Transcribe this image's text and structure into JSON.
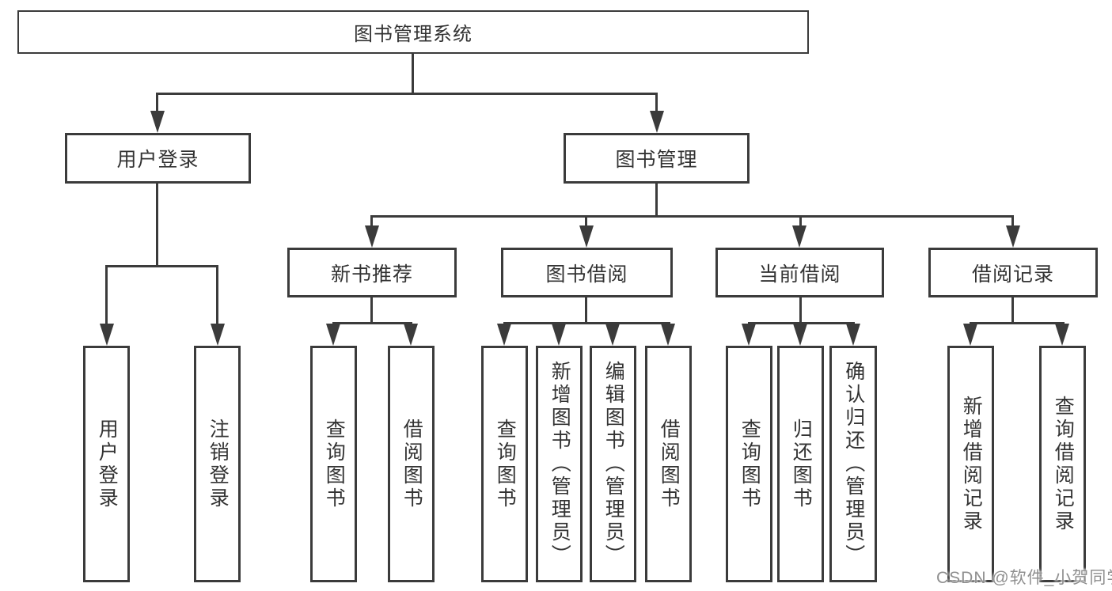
{
  "colors": {
    "background": "#ffffff",
    "line": "#3b3b3b",
    "text": "#333333",
    "watermark": "#8f8f8f"
  },
  "tree": {
    "root": {
      "label": "图书管理系统"
    },
    "branches": [
      {
        "label": "用户登录",
        "children": [
          {
            "label": "用户登录"
          },
          {
            "label": "注销登录"
          }
        ]
      },
      {
        "label": "图书管理",
        "children": [
          {
            "label": "新书推荐",
            "children": [
              {
                "label": "查询图书"
              },
              {
                "label": "借阅图书"
              }
            ]
          },
          {
            "label": "图书借阅",
            "children": [
              {
                "label": "查询图书"
              },
              {
                "label": "新增图书（管理员）"
              },
              {
                "label": "编辑图书（管理员）"
              },
              {
                "label": "借阅图书"
              }
            ]
          },
          {
            "label": "当前借阅",
            "children": [
              {
                "label": "查询图书"
              },
              {
                "label": "归还图书"
              },
              {
                "label": "确认归还（管理员）"
              }
            ]
          },
          {
            "label": "借阅记录",
            "children": [
              {
                "label": "新增借阅记录"
              },
              {
                "label": "查询借阅记录"
              }
            ]
          }
        ]
      }
    ]
  },
  "watermark": {
    "text": "CSDN @软件_小贺同学"
  }
}
